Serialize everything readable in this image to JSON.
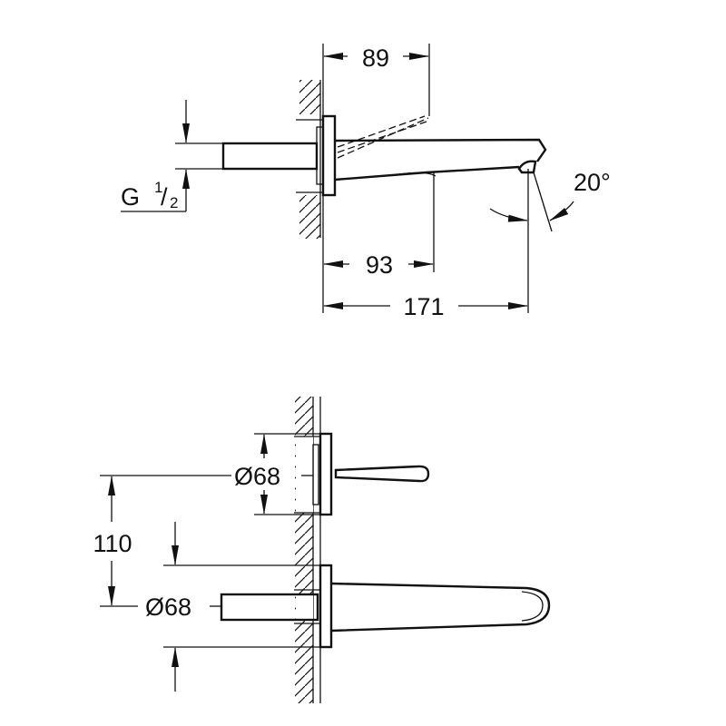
{
  "side_view": {
    "dim_89": "89",
    "dim_93": "93",
    "dim_171": "171",
    "angle": "20°",
    "thread_letter": "G",
    "thread_num": "1",
    "thread_den": "2"
  },
  "front_view": {
    "dia_upper": "Ø68",
    "dia_lower": "Ø68",
    "dim_110": "110"
  }
}
